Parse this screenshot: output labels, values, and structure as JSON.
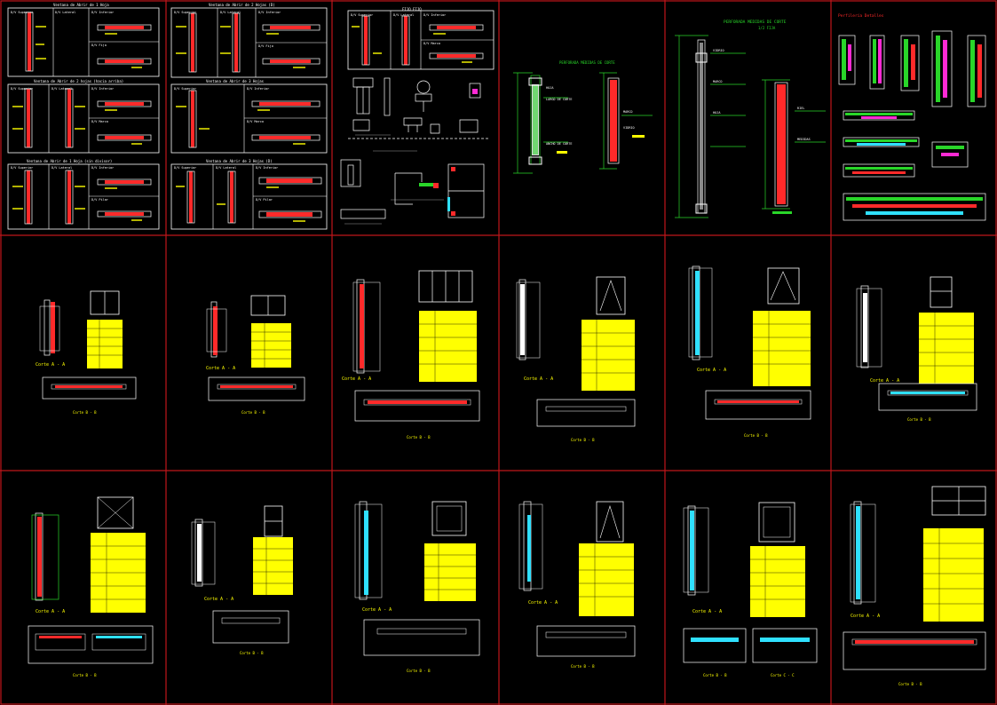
{
  "colors": {
    "grid": "#c0161b",
    "white": "#ffffff",
    "yellow": "#ffff00",
    "green": "#29d629",
    "red": "#ff2a2a",
    "cyan": "#2fe0ff",
    "magenta": "#ff2ad4",
    "gray": "#8a8a8a"
  },
  "top_row": {
    "p1": {
      "titles": [
        "Ventana de Abrir de 1 Hoja",
        "Ventana de Abrir de 2 hojas (hacia arriba)",
        "Ventana de Abrir de 1 Hoja (sin divisor)"
      ],
      "labels": [
        "D/V Superior",
        "D/V Lateral",
        "D/V Inferior",
        "D/V Fija",
        "D/V Marco",
        "D/V Pilar"
      ]
    },
    "p2": {
      "titles": [
        "Ventana de Abrir de 2 Hojas (D)",
        "Ventana de Abrir de 3 Hojas",
        "Ventana de Abrir de 3 Hojas (D)"
      ],
      "labels": [
        "D/V Superior",
        "D/V Lateral",
        "D/V Inferior",
        "D/V Fijo",
        "D/V Marco",
        "D/V Pilar"
      ]
    },
    "p3": {
      "title": "FIJO FIJO",
      "labels": [
        "D/V Superior",
        "D/V Lateral",
        "D/V Inferior",
        "D/V Marco"
      ]
    },
    "p4": {
      "title": "PERFORADA MEDIDAS DE CORTE",
      "notes": [
        "LARGO DE CORTE",
        "ANCHO DE CORTE",
        "HOJA",
        "MARCO",
        "VIDRIO"
      ]
    },
    "p5": {
      "title": "PERFORADA MEDIDAS DE CORTE",
      "subtitle": "1/2 FIJA",
      "notes": [
        "VIDRIO",
        "MARCO",
        "HOJA",
        "RIEL",
        "MEDIDAS"
      ]
    },
    "p6": {
      "title": "Perfilería Detalles"
    }
  },
  "sheets": [
    {
      "id": "s1",
      "corte_a": "Corte A - A",
      "corte_b": "Corte B - B"
    },
    {
      "id": "s2",
      "corte_a": "Corte A - A",
      "corte_b": "Corte B - B"
    },
    {
      "id": "s3",
      "corte_a": "Corte A - A",
      "corte_b": "Corte B - B"
    },
    {
      "id": "s4",
      "corte_a": "Corte A - A",
      "corte_b": "Corte B - B"
    },
    {
      "id": "s5",
      "corte_a": "Corte A - A",
      "corte_b": "Corte B - B"
    },
    {
      "id": "s6",
      "corte_a": "Corte A - A",
      "corte_b": "Corte B - B"
    },
    {
      "id": "s7",
      "corte_a": "Corte A - A",
      "corte_b": "Corte B - B"
    },
    {
      "id": "s8",
      "corte_a": "Corte A - A",
      "corte_b": "Corte B - B"
    },
    {
      "id": "s9",
      "corte_a": "Corte A - A",
      "corte_b": "Corte B - B"
    },
    {
      "id": "s10",
      "corte_a": "Corte A - A",
      "corte_b": "Corte B - B"
    },
    {
      "id": "s11",
      "corte_a": "Corte A - A",
      "corte_b": "Corte B - B",
      "corte_c": "Corte C - C"
    },
    {
      "id": "s12",
      "corte_a": "Corte A - A",
      "corte_b": "Corte B - B"
    }
  ]
}
